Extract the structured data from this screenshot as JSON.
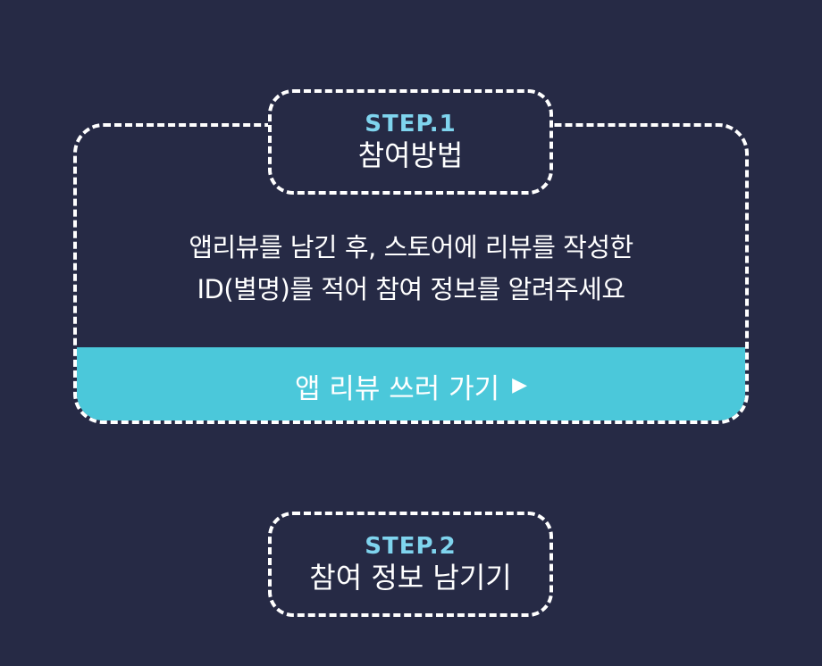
{
  "step1": {
    "label": "STEP.1",
    "title": "참여방법",
    "description_line1": "앱리뷰를 남긴 후, 스토어에 리뷰를 작성한",
    "description_line2": "ID(별명)를 적어 참여 정보를 알려주세요",
    "button_label": "앱 리뷰 쓰러 가기",
    "button_icon": "▶"
  },
  "step2": {
    "label": "STEP.2",
    "title": "참여 정보 남기기"
  },
  "colors": {
    "background": "#262a45",
    "accent": "#4bc8da",
    "step_label": "#7fd4ee",
    "text": "#ffffff"
  }
}
